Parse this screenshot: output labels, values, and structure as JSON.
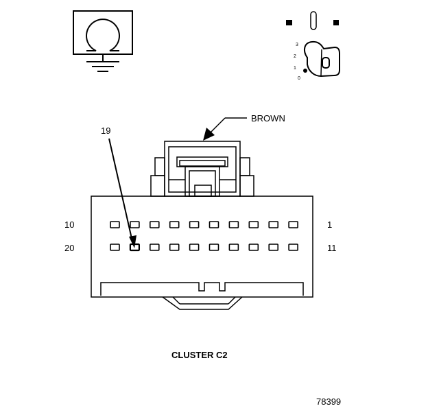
{
  "connector": {
    "color_label": "BROWN",
    "highlight_pin_label": "19",
    "pin_labels": {
      "top_left": "10",
      "top_right": "1",
      "bottom_left": "20",
      "bottom_right": "11"
    },
    "highlighted_pin": 19,
    "pins_per_row": 10,
    "name": "CLUSTER C2"
  },
  "figure_id": "78399",
  "ignition_positions": [
    "3",
    "2",
    "1",
    "0"
  ],
  "icons": {
    "ground": "ground-symbol-icon",
    "ignition": "ignition-key-icon"
  }
}
